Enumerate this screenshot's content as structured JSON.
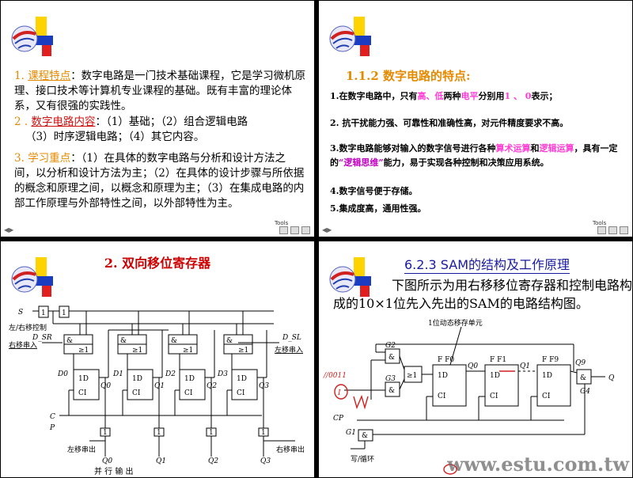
{
  "slide1": {
    "item1_num": "1.",
    "item1_head": "课程特点",
    "item1_body": "：数字电路是一门技术基础课程，它是学习微机原理、接口技术等计算机专业课程的基础。既有丰富的理论体系，又有很强的实践性。",
    "item2_num": "2 .",
    "item2_head": "数字电路内容",
    "item2_body1": "：（1）基础；（2）组合逻辑电路",
    "item2_body2": "（3）时序逻辑电路；（4）其它内容。",
    "item3_num": "3.",
    "item3_head": "学习重点",
    "item3_body": "：（1）在具体的数字电路与分析和设计方法之间，以分析和设计方法为主；（2）在具体的设计步骤与所依据的概念和原理之间，以概念和原理为主；（3）在集成电路的内部工作原理与外部特性之间，以外部特性为主。"
  },
  "slide2": {
    "title": "1.1.2  数字电路的特点:",
    "p1_a": "1.在数字电路中，只有",
    "p1_b": "高、低",
    "p1_c": "两种",
    "p1_d": "电平",
    "p1_e": "分别用",
    "p1_f": "1 、 0",
    "p1_g": "表示；",
    "p2": "2. 抗干扰能力强、可靠性和准确性高，对元件精度要求不高。",
    "p3_a": "3.数字电路能够对输入的数字信号进行各种",
    "p3_b": "算术运算",
    "p3_c": "和",
    "p3_d": "逻辑运算",
    "p3_e": "，具有一定的",
    "p3_f": "“逻辑思维”",
    "p3_g": "能力，易于实现各种控制和决策应用系统。",
    "p4": "4.数字信号便于存储。",
    "p5": "5.集成度高，通用性强。"
  },
  "slide3": {
    "title": "2. 双向移位寄存器",
    "labels": {
      "s": "S",
      "ctrl": "左/右移控制",
      "dsr": "D_SR",
      "right_in": "右移串入",
      "dsl": "D_SL",
      "left_in": "左移串入",
      "d0": "D0",
      "d1": "D1",
      "d2": "D2",
      "d3": "D3",
      "q0": "Q0",
      "q1": "Q1",
      "q2": "Q2",
      "q3": "Q3",
      "ff": "1D",
      "ci": "CI",
      "cp": "C",
      "p": "P",
      "left_out": "左移串出",
      "right_out": "右移串出",
      "bottom": "并    行    输    出",
      "gate_and": "&",
      "gate_or": "≥1",
      "one": "1"
    }
  },
  "slide4": {
    "title": "6.2.3  SAM的结构及工作原理",
    "text": "下图所示为用右移移位寄存器和控制电路构成的10×1位先入先出的SAM的电路结构图。",
    "labels": {
      "cell": "1位动态移存单元",
      "g2": "G2",
      "g3": "G3",
      "g1": "G1",
      "g4": "G4",
      "ge1": "≥1",
      "ff0": "F F0",
      "ff1": "F F1",
      "ff9": "F F9",
      "q0": "Q0",
      "q1": "Q1",
      "q9": "Q9",
      "q": "Q",
      "d1": "1D",
      "ci": "CI",
      "cp": "CP",
      "i": "I",
      "write": "写/循环",
      "and": "&",
      "hand": "//0011"
    },
    "watermark": "www.estu.com.tw"
  },
  "common": {
    "tools": "Tools"
  },
  "colors": {
    "orange": "#e58a00",
    "red": "#cc1111",
    "magenta": "#ff3ad4",
    "blue": "#1a1aa0"
  }
}
